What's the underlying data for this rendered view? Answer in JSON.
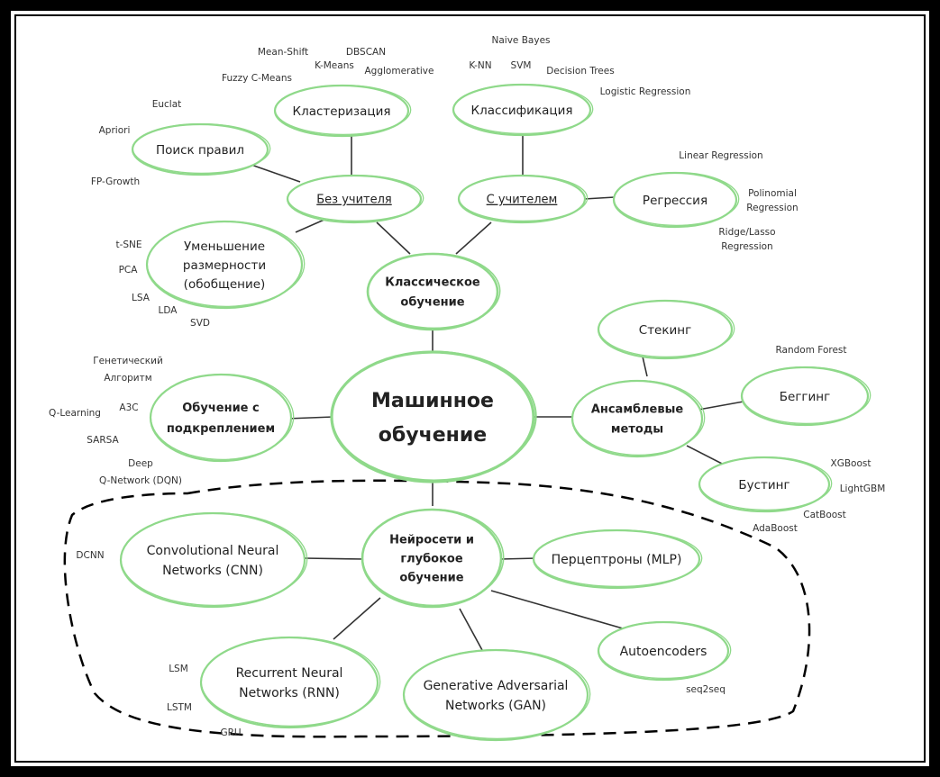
{
  "center": [
    "Машинное",
    "обучение"
  ],
  "classic": [
    "Классическое",
    "обучение"
  ],
  "unsupervised": "Без учителя",
  "supervised": "С учителем",
  "clustering": "Кластеризация",
  "classification": "Классификация",
  "regression": "Регрессия",
  "rules": "Поиск правил",
  "dimred": [
    "Уменьшение",
    "размерности",
    "(обобщение)"
  ],
  "reinforcement": [
    "Обучение с",
    "подкреплением"
  ],
  "ensembles": [
    "Ансамблевые",
    "методы"
  ],
  "stacking": "Стекинг",
  "bagging": "Беггинг",
  "boosting": "Бустинг",
  "neural": [
    "Нейросети и",
    "глубокое",
    "обучение"
  ],
  "cnn": [
    "Convolutional Neural",
    "Networks (CNN)"
  ],
  "mlp": "Перцептроны (MLP)",
  "rnn": [
    "Recurrent Neural",
    "Networks (RNN)"
  ],
  "gan": [
    "Generative Adversarial",
    "Networks (GAN)"
  ],
  "autoencoders": "Autoencoders",
  "leaves": {
    "mean_shift": "Mean-Shift",
    "dbscan": "DBSCAN",
    "kmeans": "K-Means",
    "agglomerative": "Agglomerative",
    "fuzzy": "Fuzzy C-Means",
    "naive_bayes": "Naive Bayes",
    "knn": "K-NN",
    "svm": "SVM",
    "decision_trees": "Decision Trees",
    "logistic": "Logistic Regression",
    "eclat": "Euclat",
    "apriori": "Apriori",
    "fpgrowth": "FP-Growth",
    "linear": "Linear Regression",
    "polinomial": [
      "Polinomial",
      "Regression"
    ],
    "ridge": [
      "Ridge/Lasso",
      "Regression"
    ],
    "tsne": "t-SNE",
    "pca": "PCA",
    "lsa": "LSA",
    "lda": "LDA",
    "svd": "SVD",
    "genetic": [
      "Генетический",
      "Алгоритм"
    ],
    "a3c": "A3C",
    "qlearning": "Q-Learning",
    "sarsa": "SARSA",
    "dqn": [
      "Deep",
      "Q-Network (DQN)"
    ],
    "random_forest": "Random Forest",
    "xgboost": "XGBoost",
    "lightgbm": "LightGBM",
    "catboost": "CatBoost",
    "adaboost": "AdaBoost",
    "dcnn": "DCNN",
    "lsm": "LSM",
    "lstm": "LSTM",
    "gru": "GRU",
    "seq2seq": "seq2seq"
  },
  "colors": {
    "node_stroke": "#8fd98a",
    "line": "#333333",
    "dash": "#000000",
    "frame": "#000000"
  }
}
